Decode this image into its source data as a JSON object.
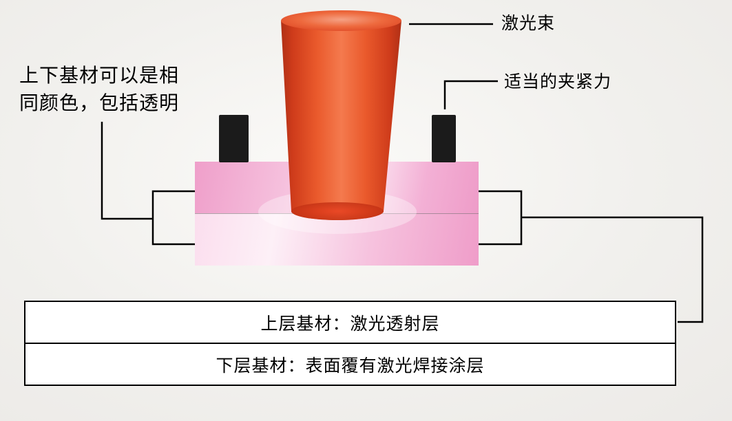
{
  "labels": {
    "laser_beam": "激光束",
    "clamping_force": "适当的夹紧力",
    "substrate_note": "上下基材可以是相同颜色，包括透明"
  },
  "boxes": {
    "upper_substrate": "上层基材：激光透射层",
    "lower_substrate": "下层基材：表面覆有激光焊接涂层"
  },
  "colors": {
    "background": "#f1f0ed",
    "beam_edge": "#b03016",
    "beam_center": "#f47a4e",
    "beam_top_highlight": "#f5a184",
    "substrate_pink": "#ef9fca",
    "substrate_light": "#fdeaf4",
    "clamp": "#1b1b1b",
    "connector_line": "#000000",
    "box_background": "#ffffff",
    "box_border": "#000000"
  }
}
